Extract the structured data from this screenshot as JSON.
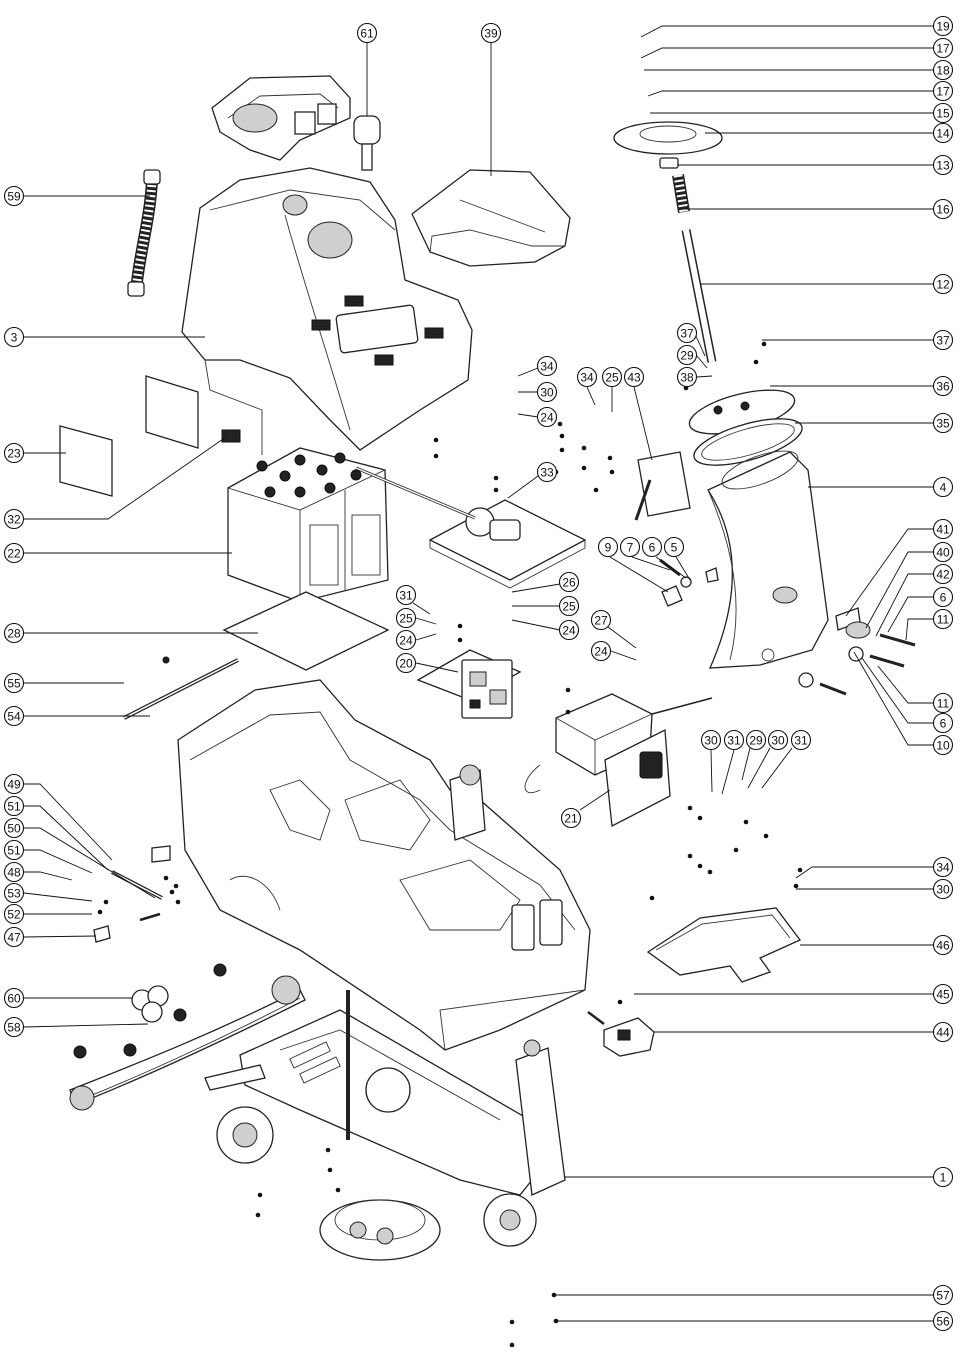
{
  "diagram": {
    "callouts": [
      {
        "id": "c61",
        "label": "61"
      },
      {
        "id": "c39",
        "label": "39"
      },
      {
        "id": "c59",
        "label": "59"
      },
      {
        "id": "c3",
        "label": "3"
      },
      {
        "id": "c23",
        "label": "23"
      },
      {
        "id": "c32",
        "label": "32"
      },
      {
        "id": "c22",
        "label": "22"
      },
      {
        "id": "c28",
        "label": "28"
      },
      {
        "id": "c55",
        "label": "55"
      },
      {
        "id": "c54",
        "label": "54"
      },
      {
        "id": "c49",
        "label": "49"
      },
      {
        "id": "c51a",
        "label": "51"
      },
      {
        "id": "c50",
        "label": "50"
      },
      {
        "id": "c51b",
        "label": "51"
      },
      {
        "id": "c48",
        "label": "48"
      },
      {
        "id": "c53",
        "label": "53"
      },
      {
        "id": "c52",
        "label": "52"
      },
      {
        "id": "c47",
        "label": "47"
      },
      {
        "id": "c60",
        "label": "60"
      },
      {
        "id": "c58",
        "label": "58"
      },
      {
        "id": "c19",
        "label": "19"
      },
      {
        "id": "c17a",
        "label": "17"
      },
      {
        "id": "c18",
        "label": "18"
      },
      {
        "id": "c17b",
        "label": "17"
      },
      {
        "id": "c15",
        "label": "15"
      },
      {
        "id": "c14",
        "label": "14"
      },
      {
        "id": "c13",
        "label": "13"
      },
      {
        "id": "c16",
        "label": "16"
      },
      {
        "id": "c12",
        "label": "12"
      },
      {
        "id": "c37a",
        "label": "37"
      },
      {
        "id": "c36",
        "label": "36"
      },
      {
        "id": "c35",
        "label": "35"
      },
      {
        "id": "c4",
        "label": "4"
      },
      {
        "id": "c41",
        "label": "41"
      },
      {
        "id": "c40",
        "label": "40"
      },
      {
        "id": "c42",
        "label": "42"
      },
      {
        "id": "c6a",
        "label": "6"
      },
      {
        "id": "c11a",
        "label": "11"
      },
      {
        "id": "c11b",
        "label": "11"
      },
      {
        "id": "c6b",
        "label": "6"
      },
      {
        "id": "c10",
        "label": "10"
      },
      {
        "id": "c34a",
        "label": "34"
      },
      {
        "id": "c30a",
        "label": "30"
      },
      {
        "id": "c46",
        "label": "46"
      },
      {
        "id": "c45",
        "label": "45"
      },
      {
        "id": "c44",
        "label": "44"
      },
      {
        "id": "c1",
        "label": "1"
      },
      {
        "id": "c57",
        "label": "57"
      },
      {
        "id": "c56",
        "label": "56"
      },
      {
        "id": "c37b",
        "label": "37"
      },
      {
        "id": "c29a",
        "label": "29"
      },
      {
        "id": "c38",
        "label": "38"
      },
      {
        "id": "c34b",
        "label": "34"
      },
      {
        "id": "c30b",
        "label": "30"
      },
      {
        "id": "c24a",
        "label": "24"
      },
      {
        "id": "c34c",
        "label": "34"
      },
      {
        "id": "c25a",
        "label": "25"
      },
      {
        "id": "c43",
        "label": "43"
      },
      {
        "id": "c33",
        "label": "33"
      },
      {
        "id": "c9",
        "label": "9"
      },
      {
        "id": "c7",
        "label": "7"
      },
      {
        "id": "c6c",
        "label": "6"
      },
      {
        "id": "c5",
        "label": "5"
      },
      {
        "id": "c31a",
        "label": "31"
      },
      {
        "id": "c25b",
        "label": "25"
      },
      {
        "id": "c24b",
        "label": "24"
      },
      {
        "id": "c26",
        "label": "26"
      },
      {
        "id": "c25c",
        "label": "25"
      },
      {
        "id": "c24c",
        "label": "24"
      },
      {
        "id": "c27",
        "label": "27"
      },
      {
        "id": "c24d",
        "label": "24"
      },
      {
        "id": "c20",
        "label": "20"
      },
      {
        "id": "c21",
        "label": "21"
      },
      {
        "id": "c30c",
        "label": "30"
      },
      {
        "id": "c31b",
        "label": "31"
      },
      {
        "id": "c29b",
        "label": "29"
      },
      {
        "id": "c30d",
        "label": "30"
      },
      {
        "id": "c31c",
        "label": "31"
      }
    ]
  }
}
